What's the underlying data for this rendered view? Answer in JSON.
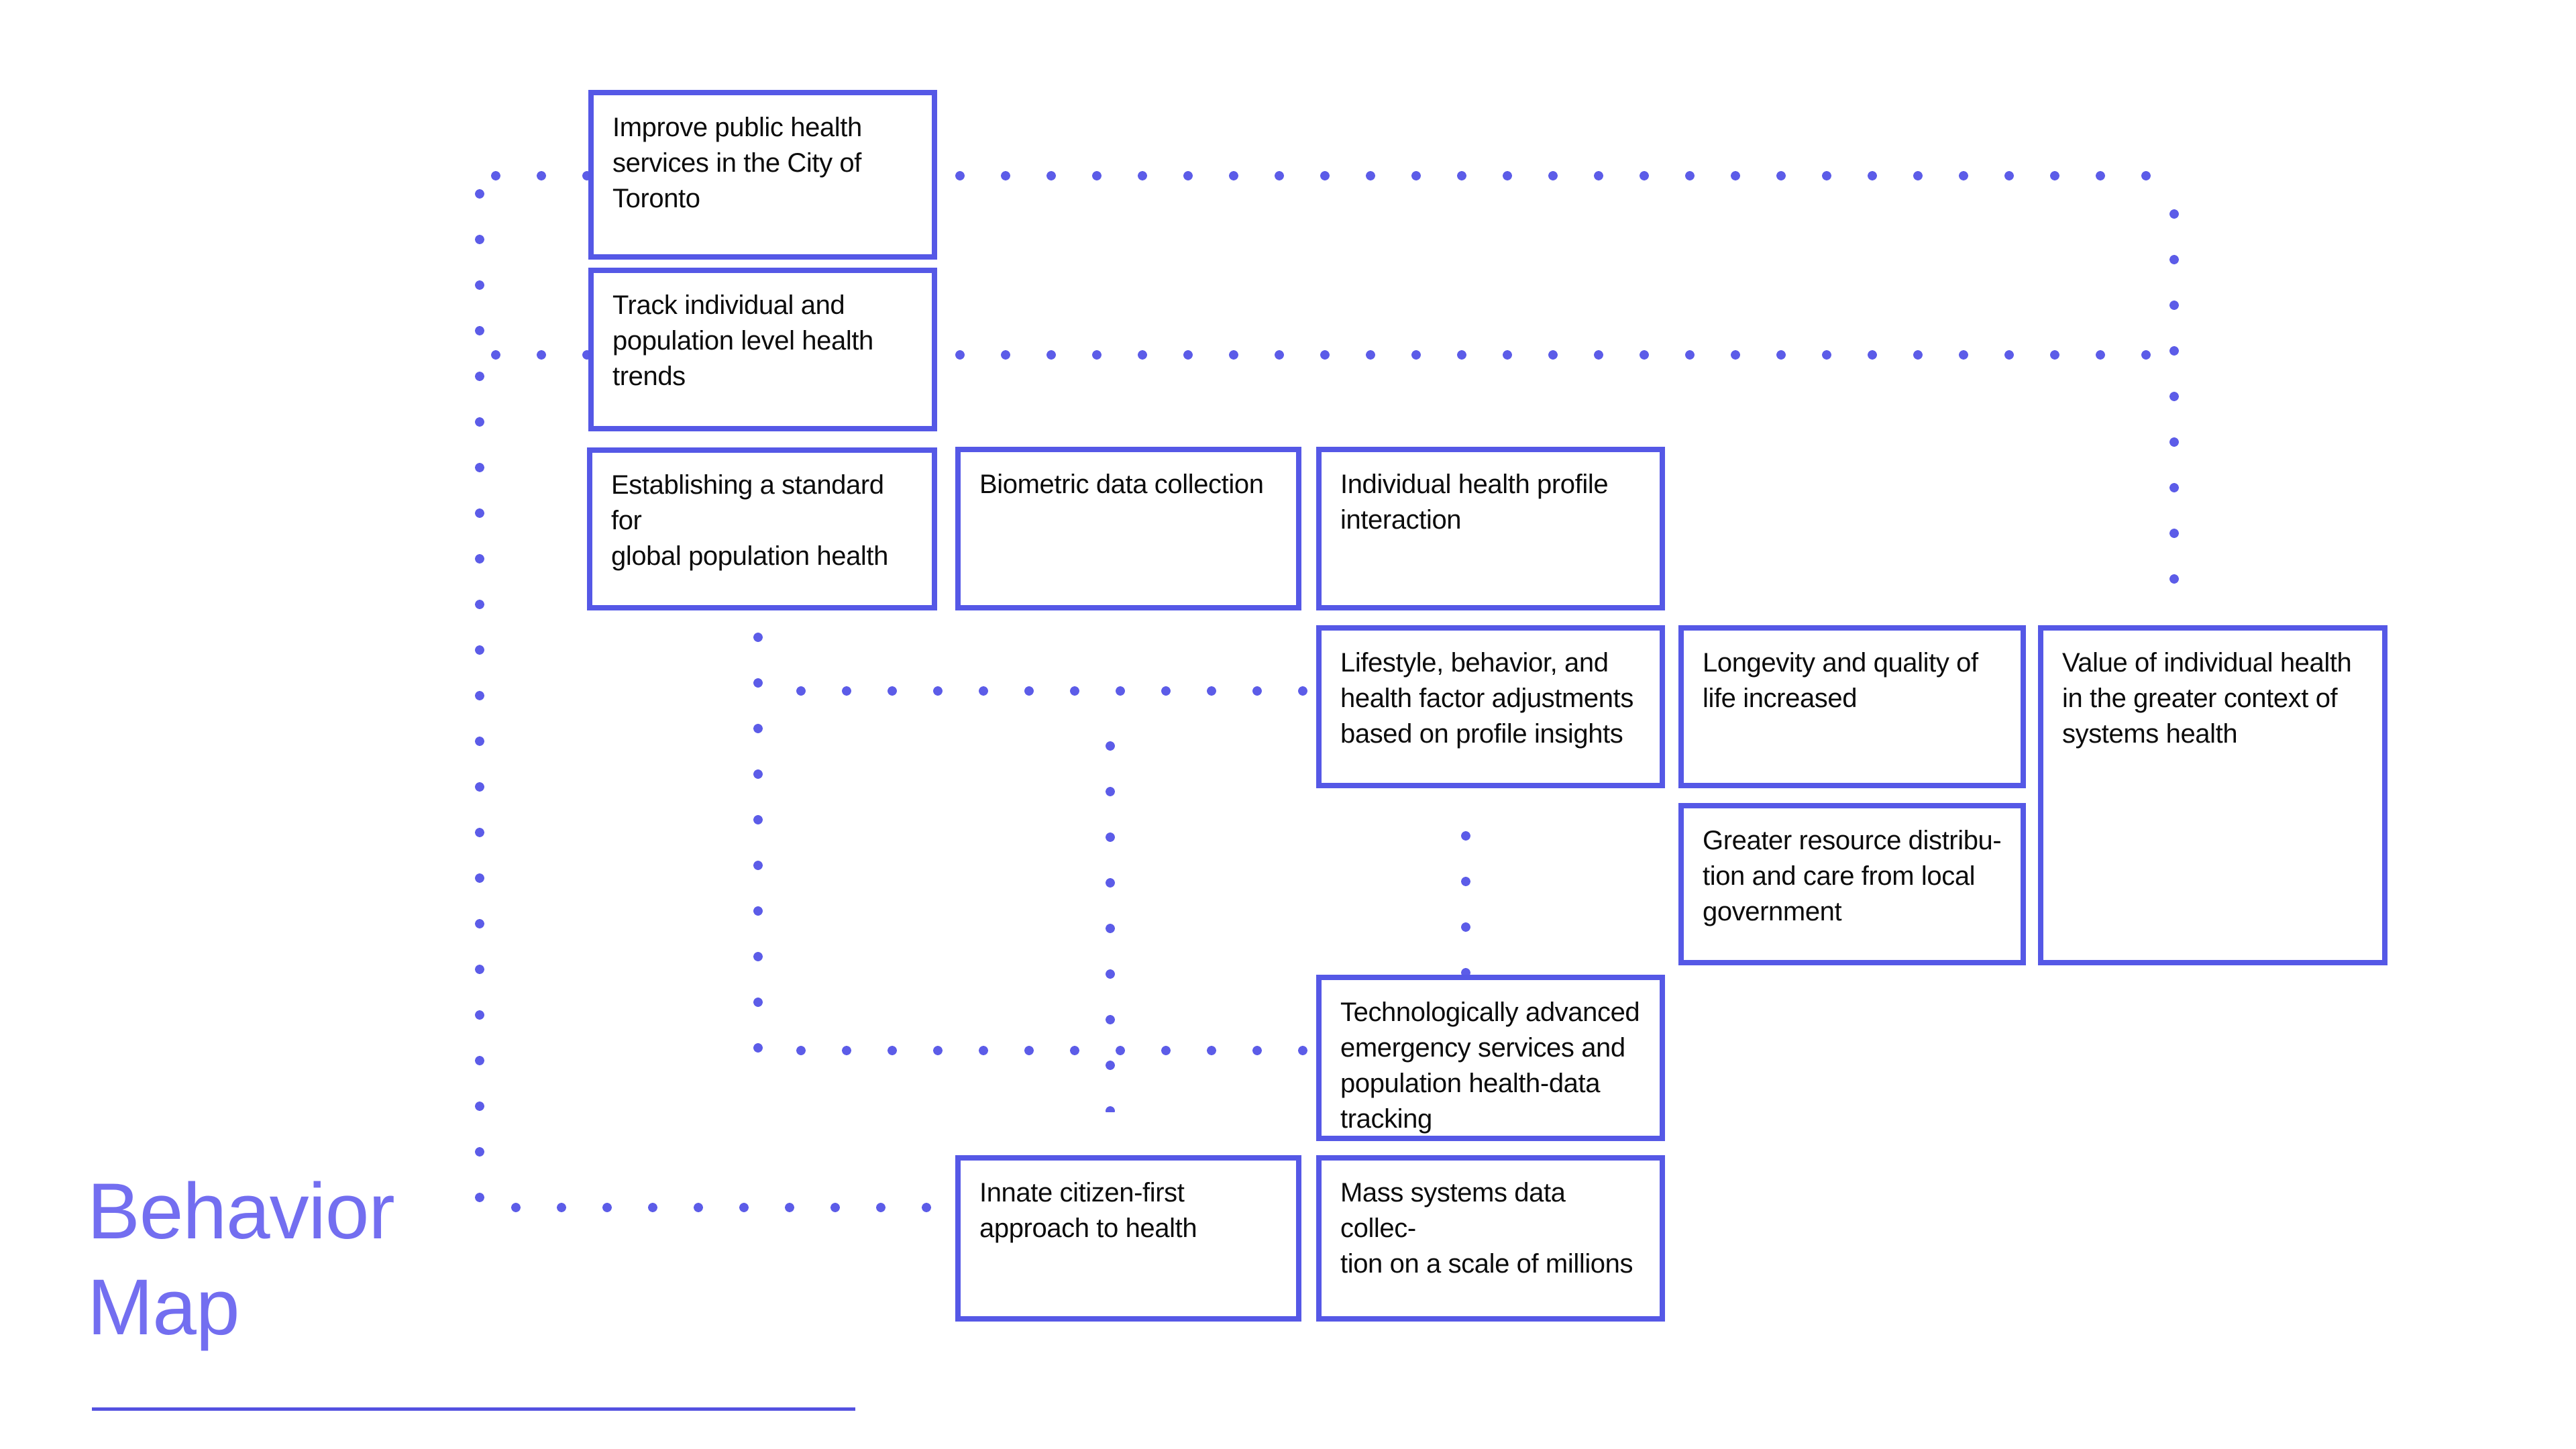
{
  "page": {
    "title_line1": "Behavior",
    "title_line2": "Map"
  },
  "colors": {
    "box_border": "#5558e6",
    "dot": "#5c5ce8",
    "title_text": "#736ef0",
    "underline": "#5451e0",
    "node_text": "#0c0c0c",
    "background": "#ffffff"
  },
  "nodes": [
    {
      "id": "improve-public-health",
      "label": "Improve public health\nservices in the City of\nToronto"
    },
    {
      "id": "track-health-trends",
      "label": "Track individual and\npopulation level health\ntrends"
    },
    {
      "id": "global-health-standard",
      "label": "Establishing a standard for\nglobal population health"
    },
    {
      "id": "biometric-data-collection",
      "label": "Biometric data collection"
    },
    {
      "id": "health-profile-interaction",
      "label": "Individual health profile\ninteraction"
    },
    {
      "id": "lifestyle-adjustments",
      "label": "Lifestyle, behavior, and\nhealth factor adjustments\nbased on profile insights"
    },
    {
      "id": "longevity-increased",
      "label": "Longevity and quality of\nlife increased"
    },
    {
      "id": "value-of-individual-health",
      "label": "Value of individual health\nin the greater context of\nsystems health"
    },
    {
      "id": "greater-resource-distribution",
      "label": "Greater resource distribu-\ntion and care from local\ngovernment"
    },
    {
      "id": "advanced-emergency-services",
      "label": "Technologically advanced\nemergency services and\npopulation health-data\ntracking"
    },
    {
      "id": "citizen-first-approach",
      "label": "Innate citizen-first\napproach to health"
    },
    {
      "id": "mass-systems-data-collection",
      "label": "Mass systems data collec-\ntion on a scale of millions"
    }
  ]
}
